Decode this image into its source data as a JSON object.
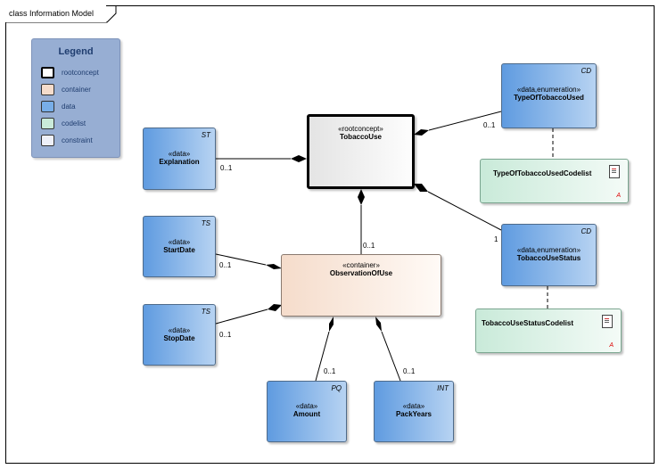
{
  "frame": {
    "title": "class Information Model"
  },
  "legend": {
    "title": "Legend",
    "items": [
      {
        "label": "rootconcept",
        "color": "#ffffff",
        "border": "#000000"
      },
      {
        "label": "container",
        "color": "#f5dccb",
        "border": "#555555"
      },
      {
        "label": "data",
        "color": "#78aee8",
        "border": "#555555"
      },
      {
        "label": "codelist",
        "color": "#c9ead9",
        "border": "#555555"
      },
      {
        "label": "constraint",
        "color": "#eef0f8",
        "border": "#555555"
      }
    ]
  },
  "nodes": {
    "tobacco_use": {
      "stereotype": "«rootconcept»",
      "name": "TobaccoUse"
    },
    "explanation": {
      "stereotype": "«data»",
      "name": "Explanation",
      "tag": "ST"
    },
    "start_date": {
      "stereotype": "«data»",
      "name": "StartDate",
      "tag": "TS"
    },
    "stop_date": {
      "stereotype": "«data»",
      "name": "StopDate",
      "tag": "TS"
    },
    "observation_of_use": {
      "stereotype": "«container»",
      "name": "ObservationOfUse"
    },
    "amount": {
      "stereotype": "«data»",
      "name": "Amount",
      "tag": "PQ"
    },
    "pack_years": {
      "stereotype": "«data»",
      "name": "PackYears",
      "tag": "INT"
    },
    "type_of_tobacco_used": {
      "stereotype": "«data,enumeration»",
      "name": "TypeOfTobaccoUsed",
      "tag": "CD"
    },
    "type_of_tobacco_used_codelist": {
      "name": "TypeOfTobaccoUsedCodelist"
    },
    "tobacco_use_status": {
      "stereotype": "«data,enumeration»",
      "name": "TobaccoUseStatus",
      "tag": "CD"
    },
    "tobacco_use_status_codelist": {
      "name": "TobaccoUseStatusCodelist"
    }
  },
  "multiplicities": {
    "explanation": "0..1",
    "observation_of_use": "0..1",
    "start_date": "0..1",
    "stop_date": "0..1",
    "amount": "0..1",
    "pack_years": "0..1",
    "type_of_tobacco_used": "0..1",
    "tobacco_use_status": "1"
  }
}
